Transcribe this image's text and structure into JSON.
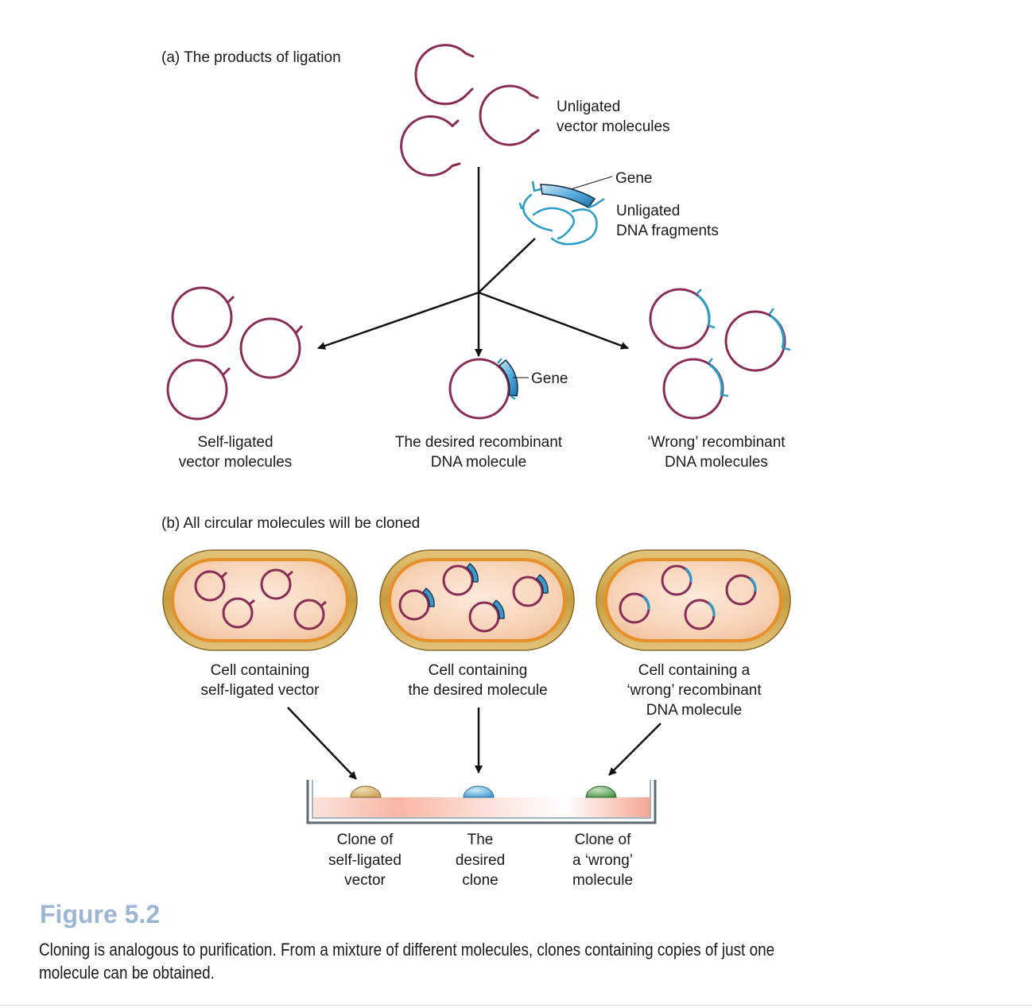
{
  "panel_a": {
    "heading": "(a) The products of ligation",
    "unligated_vector_label": [
      "Unligated",
      "vector molecules"
    ],
    "gene_label": "Gene",
    "unligated_fragments_label": [
      "Unligated",
      "DNA fragments"
    ],
    "self_ligated_label": [
      "Self-ligated",
      "vector molecules"
    ],
    "desired_label": [
      "The desired recombinant",
      "DNA molecule"
    ],
    "desired_gene_label": "Gene",
    "wrong_label": [
      "‘Wrong’ recombinant",
      "DNA molecules"
    ]
  },
  "panel_b": {
    "heading": "(b) All circular molecules will be cloned",
    "cell_labels": [
      [
        "Cell containing",
        "self-ligated vector"
      ],
      [
        "Cell containing",
        "the desired molecule"
      ],
      [
        "Cell containing a",
        "‘wrong’ recombinant",
        "DNA molecule"
      ]
    ],
    "clone_labels": [
      [
        "Clone of",
        "self-ligated",
        "vector"
      ],
      [
        "The",
        "desired",
        "clone"
      ],
      [
        "Clone of",
        "a ‘wrong’",
        "molecule"
      ]
    ]
  },
  "figure": {
    "title": "Figure 5.2",
    "caption": "Cloning is analogous to purification. From a mixture of different molecules, clones containing copies of just one molecule can be obtained."
  },
  "colors": {
    "vector": "#8a2d56",
    "fragment": "#2a9dc6",
    "gene_fill": "#3f97c9",
    "cell_wall": "#c9a44a",
    "cytoplasm": "#f7d3b3",
    "colony_vector": "#d9b776",
    "colony_desired": "#6fb8e3",
    "colony_wrong": "#6fae6a",
    "agar": "#f8b0a0",
    "figure_title": "#9db6d3"
  }
}
